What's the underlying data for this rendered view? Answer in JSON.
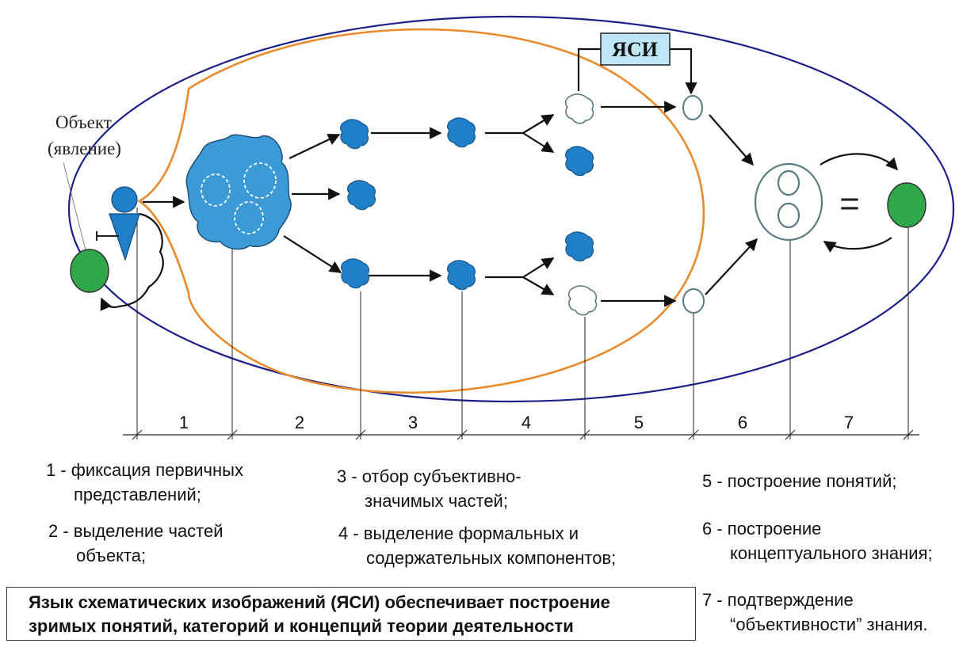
{
  "diagram": {
    "object_label_line1": "Объект",
    "object_label_line2": "(явление)",
    "yasi_label": "ЯСИ",
    "equals_sign": "=",
    "stage_numbers": [
      "1",
      "2",
      "3",
      "4",
      "5",
      "6",
      "7"
    ],
    "colors": {
      "outer_ellipse": "#1b1f8a",
      "orange_region": "#e98a2c",
      "blue_blob": "#1f7fc8",
      "light_blob": "#4aa8e0",
      "green_circle": "#2fa84a",
      "grey_outline": "#5b7a82",
      "yasi_box": "#bfe6f6"
    },
    "icons": [
      "person-icon",
      "blob-icon",
      "ellipse-node-icon",
      "green-circle-icon"
    ]
  },
  "legend": {
    "item1": {
      "line1": "1 - фиксация первичных",
      "line2": "представлений;"
    },
    "item2": {
      "line1": "2 - выделение частей",
      "line2": "объекта;"
    },
    "item3": {
      "line1": "3 - отбор субъективно-",
      "line2": "значимых частей;"
    },
    "item4": {
      "line1": "4 - выделение формальных и",
      "line2": "содержательных компонентов;"
    },
    "item5": {
      "line1": "5 - построение понятий;"
    },
    "item6": {
      "line1": "6 - построение",
      "line2": "концептуального знания;"
    },
    "item7": {
      "line1": "7 - подтверждение",
      "line2": "“объективности” знания."
    }
  },
  "summary": {
    "line1": "Язык схематических изображений (ЯСИ) обеспечивает построение",
    "line2": "зримых понятий, категорий и концепций теории деятельности"
  }
}
